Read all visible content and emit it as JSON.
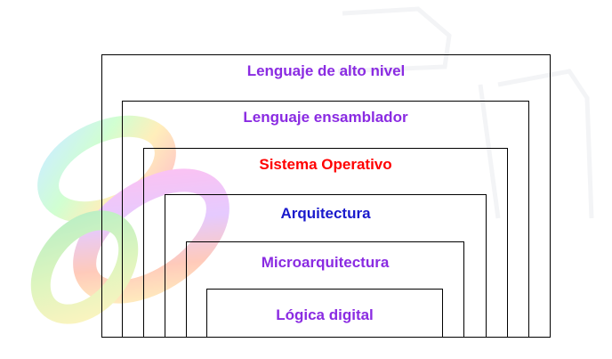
{
  "diagram": {
    "layers": [
      {
        "label": "Lenguaje de alto nivel",
        "color": "#8a2be2"
      },
      {
        "label": "Lenguaje ensamblador",
        "color": "#8a2be2"
      },
      {
        "label": "Sistema Operativo",
        "color": "#ff0000"
      },
      {
        "label": "Arquitectura",
        "color": "#1a1acc"
      },
      {
        "label": "Microarquitectura",
        "color": "#8a2be2"
      },
      {
        "label": "Lógica digital",
        "color": "#8a2be2"
      }
    ]
  },
  "background": {
    "logo_icon": "rainbow-knot-logo-icon"
  }
}
